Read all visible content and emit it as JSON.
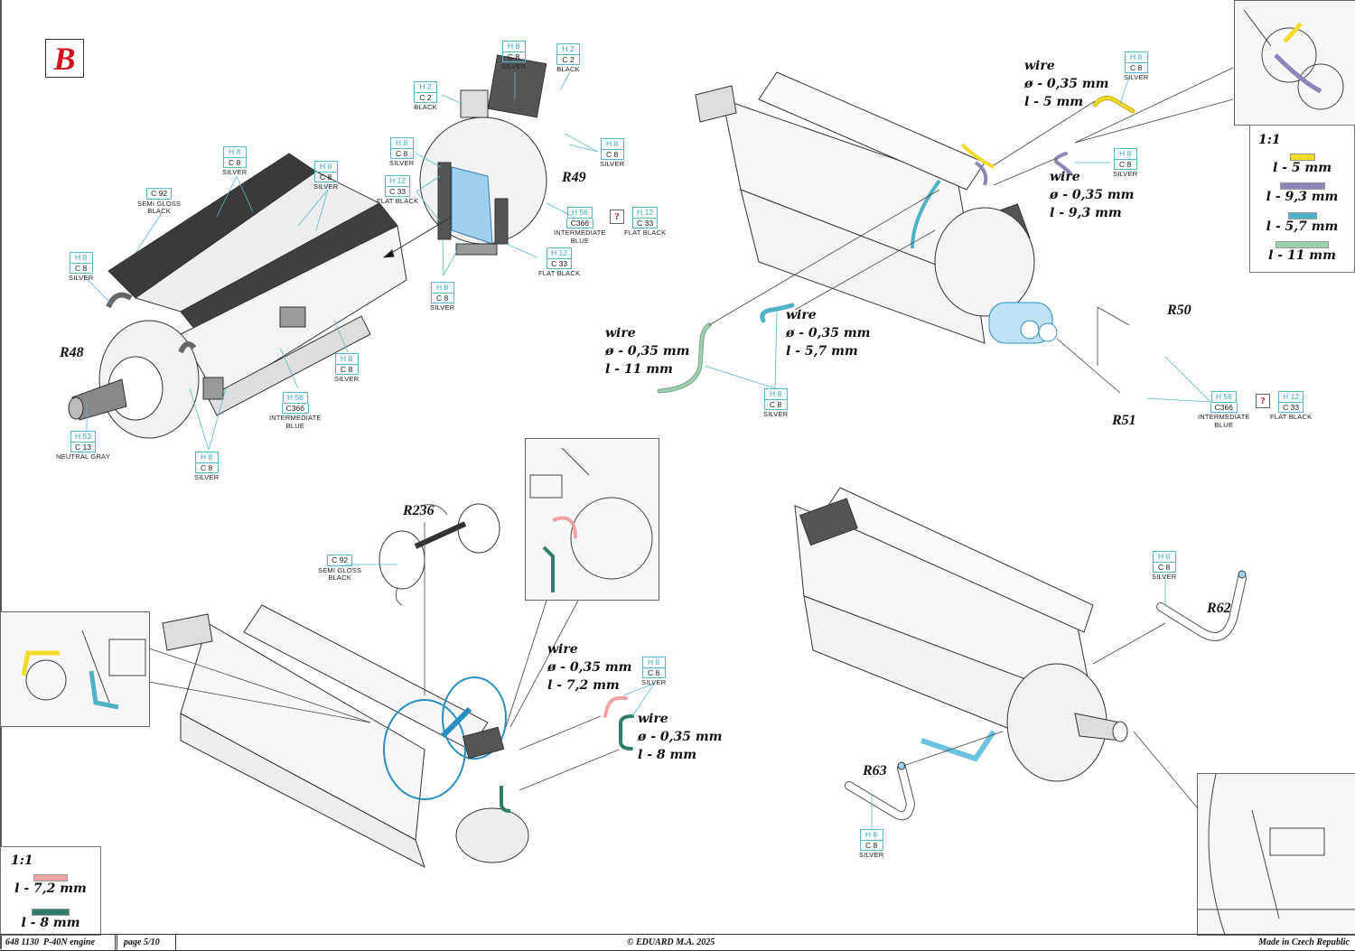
{
  "page": {
    "section_letter": "B",
    "accent_red": "#d4121b",
    "callout_blue": "#58b8cf"
  },
  "footer": {
    "product_code": "648 1130",
    "title": "P-40N engine",
    "page": "page 5/10",
    "copyright": "© EDUARD  M.A. 2025",
    "origin": "Made in Czech Republic"
  },
  "parts": {
    "r48": "R48",
    "r49": "R49",
    "r50": "R50",
    "r51": "R51",
    "r236": "R236",
    "r62": "R62",
    "r63": "R63"
  },
  "unknown_mark": "?",
  "paints": {
    "c92_top": {
      "c": "C 92",
      "name1": "SEMI GLOSS",
      "name2": "BLACK"
    },
    "h8_top1": {
      "h": "H 8",
      "c": "C 8",
      "name": "SILVER"
    },
    "h8_top2": {
      "h": "H 8",
      "c": "C 8",
      "name": "SILVER"
    },
    "h8_left": {
      "h": "H 8",
      "c": "C 8",
      "name": "SILVER"
    },
    "h8_r48_side": {
      "h": "H 8",
      "c": "C 8",
      "name": "SILVER"
    },
    "h56_r48": {
      "h": "H 56",
      "c": "C366",
      "name1": "INTERMEDIATE",
      "name2": "BLUE"
    },
    "h53_r48": {
      "h": "H 53",
      "c": "C 13",
      "name": "NEUTRAL GRAY"
    },
    "h8_r48_bottom": {
      "h": "H 8",
      "c": "C 8",
      "name": "SILVER"
    },
    "h8_r49_top": {
      "h": "H 8",
      "c": "C 8",
      "name": "SILVER"
    },
    "h2_r49_top": {
      "h": "H 2",
      "c": "C 2",
      "name": "BLACK"
    },
    "h2_r49_left": {
      "h": "H 2",
      "c": "C 2",
      "name": "BLACK"
    },
    "h8_r49_left": {
      "h": "H 8",
      "c": "C 8",
      "name": "SILVER"
    },
    "h12_r49_left": {
      "h": "H 12",
      "c": "C 33",
      "name": "FLAT BLACK"
    },
    "h8_r49_right": {
      "h": "H 8",
      "c": "C 8",
      "name": "SILVER"
    },
    "h56_r49": {
      "h": "H 56",
      "c": "C366",
      "name1": "INTERMEDIATE",
      "name2": "BLUE"
    },
    "h12_r49_right": {
      "h": "H 12",
      "c": "C 33",
      "name": "FLAT BLACK"
    },
    "h12_r49_bottom": {
      "h": "H 12",
      "c": "C 33",
      "name": "FLAT BLACK"
    },
    "h8_r49_bottom": {
      "h": "H 8",
      "c": "C 8",
      "name": "SILVER"
    },
    "h8_wire5": {
      "h": "H 8",
      "c": "C 8",
      "name": "SILVER"
    },
    "h8_wire93": {
      "h": "H 8",
      "c": "C 8",
      "name": "SILVER"
    },
    "h8_wire11": {
      "h": "H 8",
      "c": "C 8",
      "name": "SILVER"
    },
    "h56_r50": {
      "h": "H 56",
      "c": "C366",
      "name1": "INTERMEDIATE",
      "name2": "BLUE"
    },
    "h12_r50": {
      "h": "H 12",
      "c": "C 33",
      "name": "FLAT BLACK"
    },
    "c92_r236": {
      "c": "C 92",
      "name1": "SEMI GLOSS",
      "name2": "BLACK"
    },
    "h8_wire72": {
      "h": "H 8",
      "c": "C 8",
      "name": "SILVER"
    },
    "h8_r62": {
      "h": "H 8",
      "c": "C 8",
      "name": "SILVER"
    },
    "h8_r63": {
      "h": "H 8",
      "c": "C 8",
      "name": "SILVER"
    }
  },
  "wires": {
    "w5": {
      "label": "wire",
      "diameter": "ø - 0,35 mm",
      "length": "l - 5 mm",
      "color": "#f2dc2a"
    },
    "w93": {
      "label": "wire",
      "diameter": "ø - 0,35 mm",
      "length": "l - 9,3 mm",
      "color": "#8b86b8"
    },
    "w57": {
      "label": "wire",
      "diameter": "ø - 0,35 mm",
      "length": "l - 5,7 mm",
      "color": "#4fb3c3"
    },
    "w11": {
      "label": "wire",
      "diameter": "ø - 0,35 mm",
      "length": "l - 11 mm",
      "color": "#9fcfae"
    },
    "w72": {
      "label": "wire",
      "diameter": "ø - 0,35 mm",
      "length": "l - 7,2 mm",
      "color": "#eea4a4"
    },
    "w8": {
      "label": "wire",
      "diameter": "ø - 0,35 mm",
      "length": "l - 8 mm",
      "color": "#2f7d6a"
    }
  },
  "legend_top": {
    "scale": "1:1",
    "items": [
      {
        "length": "l - 5 mm",
        "color": "#f2dc2a"
      },
      {
        "length": "l - 9,3 mm",
        "color": "#8b86b8"
      },
      {
        "length": "l - 5,7 mm",
        "color": "#4fb3c3"
      },
      {
        "length": "l - 11 mm",
        "color": "#9fcfae"
      }
    ]
  },
  "legend_bottom": {
    "scale": "1:1",
    "items": [
      {
        "length": "l - 7,2 mm",
        "color": "#eea4a4"
      },
      {
        "length": "l - 8 mm",
        "color": "#2f7d6a"
      }
    ]
  }
}
